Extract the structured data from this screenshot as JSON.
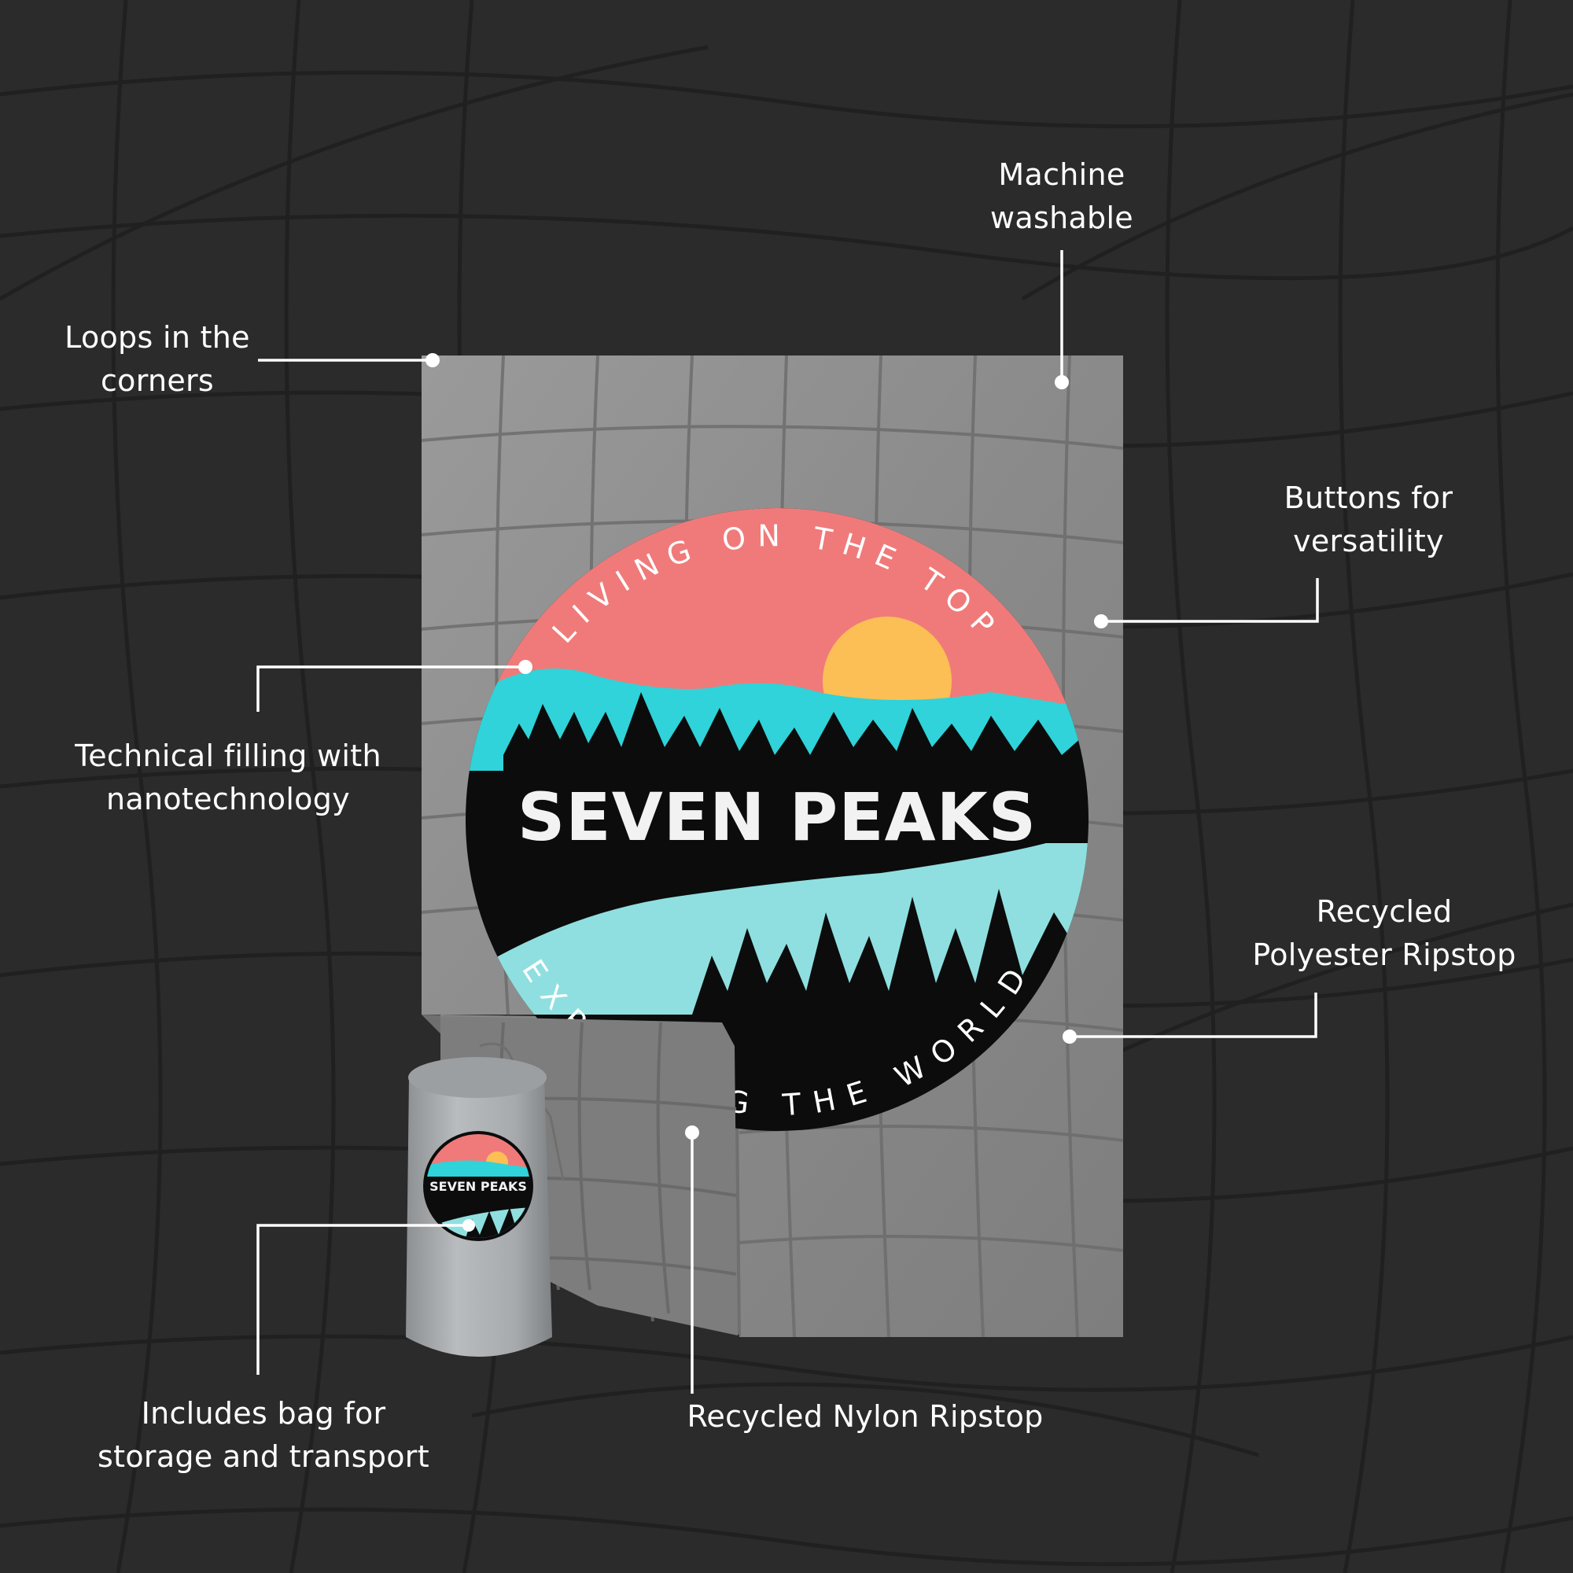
{
  "features": [
    {
      "id": "machine-washable",
      "lines": [
        "Machine",
        "washable"
      ]
    },
    {
      "id": "loops-corners",
      "lines": [
        "Loops in the",
        "corners"
      ]
    },
    {
      "id": "buttons-versatility",
      "lines": [
        "Buttons for",
        "versatility"
      ]
    },
    {
      "id": "technical-filling",
      "lines": [
        "Technical filling with",
        "nanotechnology"
      ]
    },
    {
      "id": "recycled-polyester",
      "lines": [
        "Recycled",
        "Polyester Ripstop"
      ]
    },
    {
      "id": "bag-storage",
      "lines": [
        "Includes bag for",
        "storage and transport"
      ]
    },
    {
      "id": "recycled-nylon",
      "lines": [
        "Recycled Nylon Ripstop"
      ]
    }
  ],
  "logo": {
    "brand": "SEVEN PEAKS",
    "arc_top": "LIVING ON THE TOP",
    "arc_bottom": "EXPLORING THE WORLD"
  },
  "colors": {
    "background": "#2b2b2c",
    "blanket": "#8c8c8c",
    "logo_sky": "#f07a7a",
    "logo_sun": "#fbbf55",
    "logo_cyan": "#2fd3d9",
    "logo_water": "#8fdfe0",
    "logo_ring": "#0c0c0c",
    "callout": "#ffffff"
  }
}
